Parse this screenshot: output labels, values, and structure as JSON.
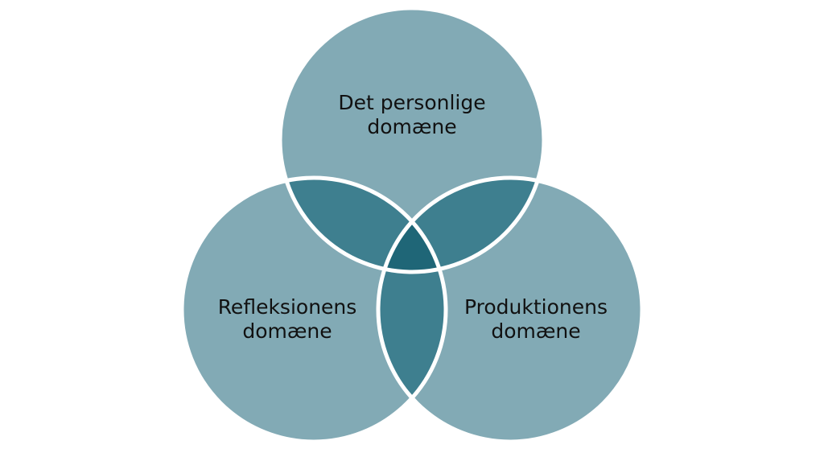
{
  "diagram": {
    "type": "venn",
    "colors": {
      "circle": "#82aab5",
      "overlap_pair": "#3e7f8f",
      "overlap_center": "#1f6677",
      "outline": "#ffffff",
      "text": "#111111"
    },
    "circles": [
      {
        "id": "personal",
        "label_lines": [
          "Det personlige",
          "domæne"
        ]
      },
      {
        "id": "reflection",
        "label_lines": [
          "Refleksionens",
          "domæne"
        ]
      },
      {
        "id": "production",
        "label_lines": [
          "Produktionens",
          "domæne"
        ]
      }
    ]
  }
}
